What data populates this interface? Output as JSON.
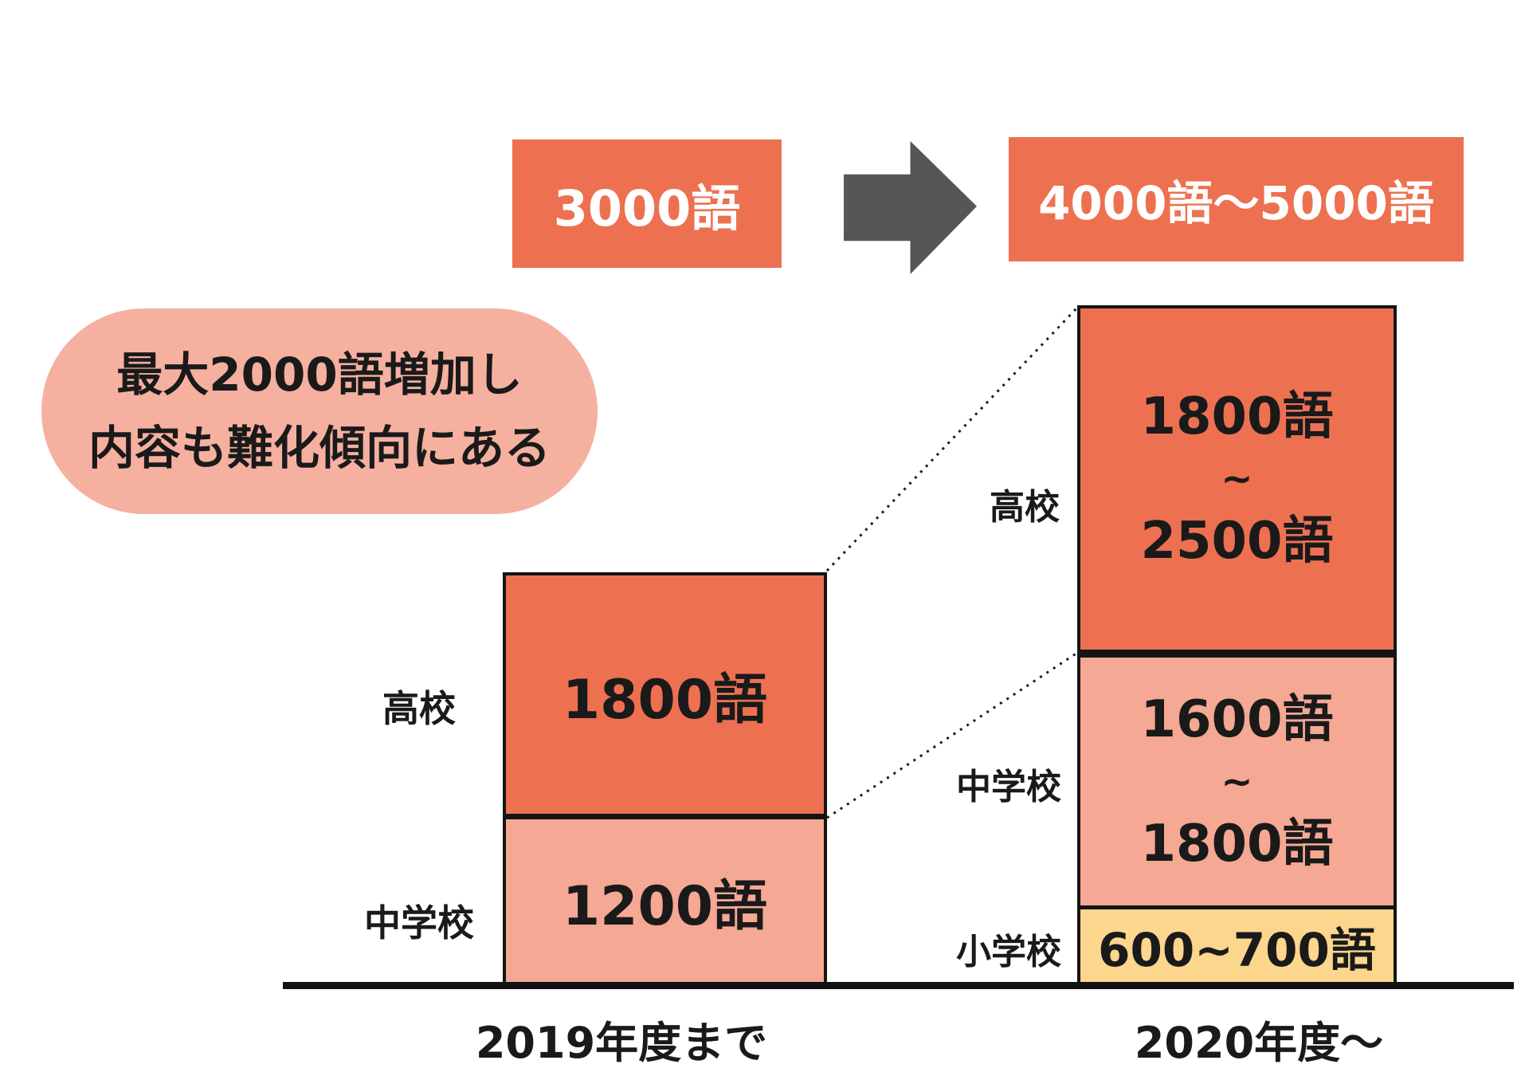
{
  "title_flow": {
    "before_label": "3000語",
    "after_label": "4000語〜5000語"
  },
  "callout": {
    "line1": "最大2000語増加し",
    "line2": "内容も難化傾向にある"
  },
  "bars": {
    "before": {
      "axis_label": "2019年度まで",
      "segments": [
        {
          "school": "高校",
          "value": "1800語"
        },
        {
          "school": "中学校",
          "value": "1200語"
        }
      ]
    },
    "after": {
      "axis_label": "2020年度〜",
      "segments": [
        {
          "school": "高校",
          "lines": [
            "1800語",
            "~",
            "2500語"
          ]
        },
        {
          "school": "中学校",
          "lines": [
            "1600語",
            "~",
            "1800語"
          ]
        },
        {
          "school": "小学校",
          "value": "600~700語"
        }
      ]
    }
  },
  "colors": {
    "orange": "#ED7150",
    "salmon": "#F5A893",
    "yellow": "#FBD68C",
    "bubble_pink": "#F6B0A0",
    "arrow_gray": "#585555",
    "text_black": "#1a1a1a",
    "text_white": "#ffffff"
  },
  "chart_data": {
    "type": "bar",
    "subtype": "stacked-comparison",
    "categories": [
      "2019年度まで",
      "2020年度〜"
    ],
    "series": [
      {
        "name": "小学校",
        "values": [
          0,
          650
        ],
        "value_labels": [
          "",
          "600~700語"
        ],
        "color": "#FBD68C"
      },
      {
        "name": "中学校",
        "values": [
          1200,
          1700
        ],
        "value_labels": [
          "1200語",
          "1600語~1800語"
        ],
        "color": "#F5A893"
      },
      {
        "name": "高校",
        "values": [
          1800,
          2150
        ],
        "value_labels": [
          "1800語",
          "1800語~2500語"
        ],
        "color": "#ED7150"
      }
    ],
    "totals": {
      "2019年度まで": "3000語",
      "2020年度〜": "4000語〜5000語"
    },
    "annotation": "最大2000語増加し 内容も難化傾向にある",
    "legend": false,
    "grid": false,
    "xlabel": "",
    "ylabel": ""
  }
}
